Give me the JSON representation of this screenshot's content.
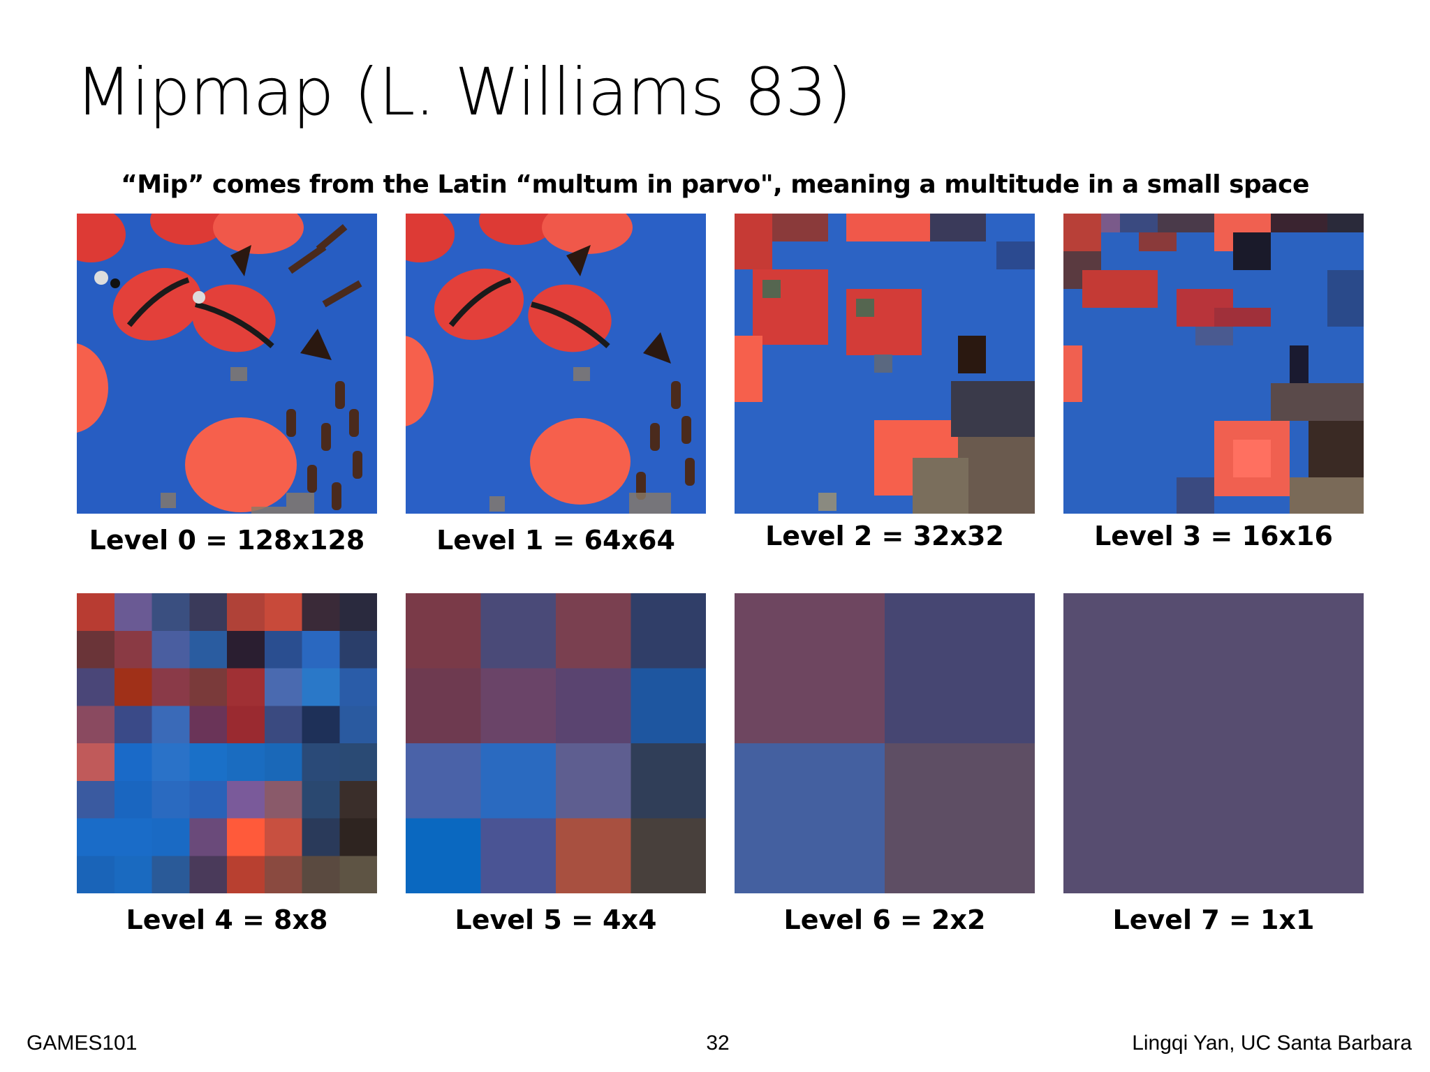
{
  "slide": {
    "title": "Mipmap (L. Williams 83)",
    "subtitle": "“Mip” comes from the Latin “multum in parvo\", meaning a multitude in a small space"
  },
  "levels": [
    {
      "label": "Level 0 = 128x128",
      "resolution": 128
    },
    {
      "label": "Level 1 = 64x64",
      "resolution": 64
    },
    {
      "label": "Level 2 = 32x32",
      "resolution": 32
    },
    {
      "label": "Level 3 = 16x16",
      "resolution": 16
    },
    {
      "label": "Level 4 = 8x8",
      "resolution": 8
    },
    {
      "label": "Level 5 = 4x4",
      "resolution": 4
    },
    {
      "label": "Level 6 = 2x2",
      "resolution": 2
    },
    {
      "label": "Level 7 = 1x1",
      "resolution": 1
    }
  ],
  "colors": {
    "background_blue": "#2a60c6",
    "ladybug_red": "#e5423a",
    "macaron_coral": "#f6604c",
    "chocolate": "#3b2218",
    "level7_average": "#574d70"
  },
  "footer": {
    "course": "GAMES101",
    "page_number": "32",
    "author": "Lingqi Yan, UC Santa Barbara"
  }
}
